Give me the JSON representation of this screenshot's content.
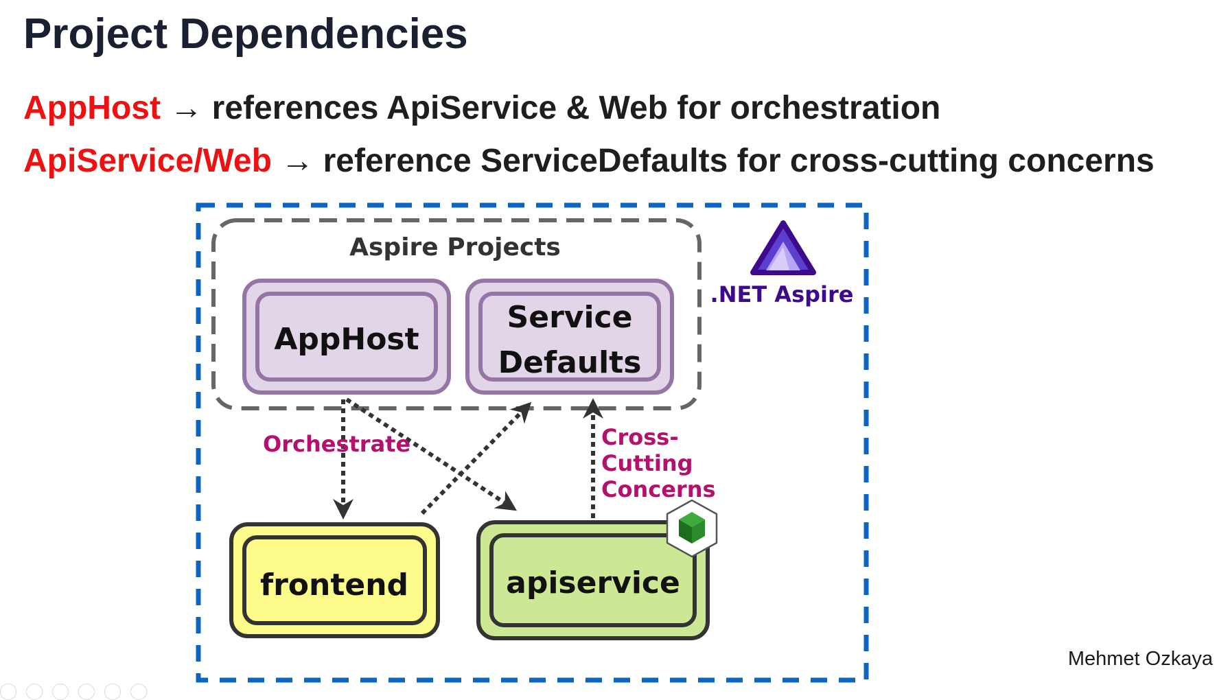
{
  "slide": {
    "title": "Project Dependencies",
    "bullets": [
      {
        "term": "AppHost",
        "arrow": "→",
        "text": "references ApiService & Web for orchestration"
      },
      {
        "term": "ApiService/Web",
        "arrow": "→",
        "text": "reference ServiceDefaults for cross-cutting concerns"
      }
    ],
    "author": "Mehmet Ozkaya"
  },
  "diagram": {
    "group_label": "Aspire Projects",
    "brand_label": ".NET Aspire",
    "nodes": {
      "apphost": "AppHost",
      "service_defaults_line1": "Service",
      "service_defaults_line2": "Defaults",
      "frontend": "frontend",
      "apiservice": "apiservice"
    },
    "edge_labels": {
      "orchestrate": "Orchestrate",
      "cross_line1": "Cross-",
      "cross_line2": "Cutting",
      "cross_line3": "Concerns"
    },
    "colors": {
      "outer_border": "#0a66c2",
      "group_border": "#666666",
      "project_fill": "#e3d5e8",
      "project_border": "#9575a4",
      "frontend_fill": "#fdfb8a",
      "apiservice_fill": "#cde895",
      "edge": "#333333",
      "edge_label": "#b5106b",
      "brand": "#3d0a8c"
    }
  }
}
